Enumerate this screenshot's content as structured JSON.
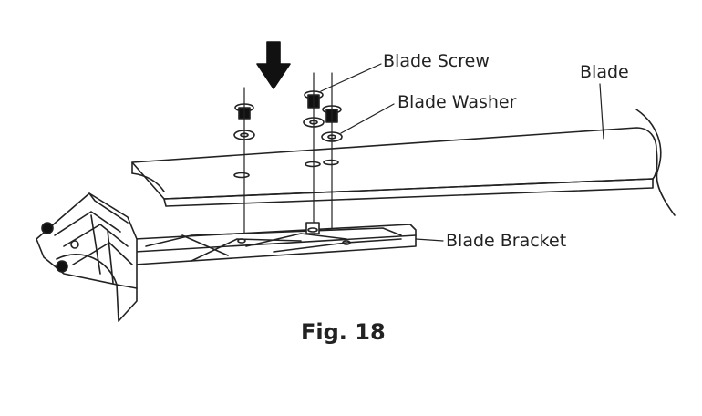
{
  "labels": {
    "blade_screw": "Blade Screw",
    "blade_washer": "Blade Washer",
    "blade": "Blade",
    "blade_bracket": "Blade Bracket"
  },
  "caption": "Fig. 18",
  "icons": {
    "direction": "down-arrow-icon"
  },
  "colors": {
    "line": "#222222",
    "background": "#ffffff"
  }
}
